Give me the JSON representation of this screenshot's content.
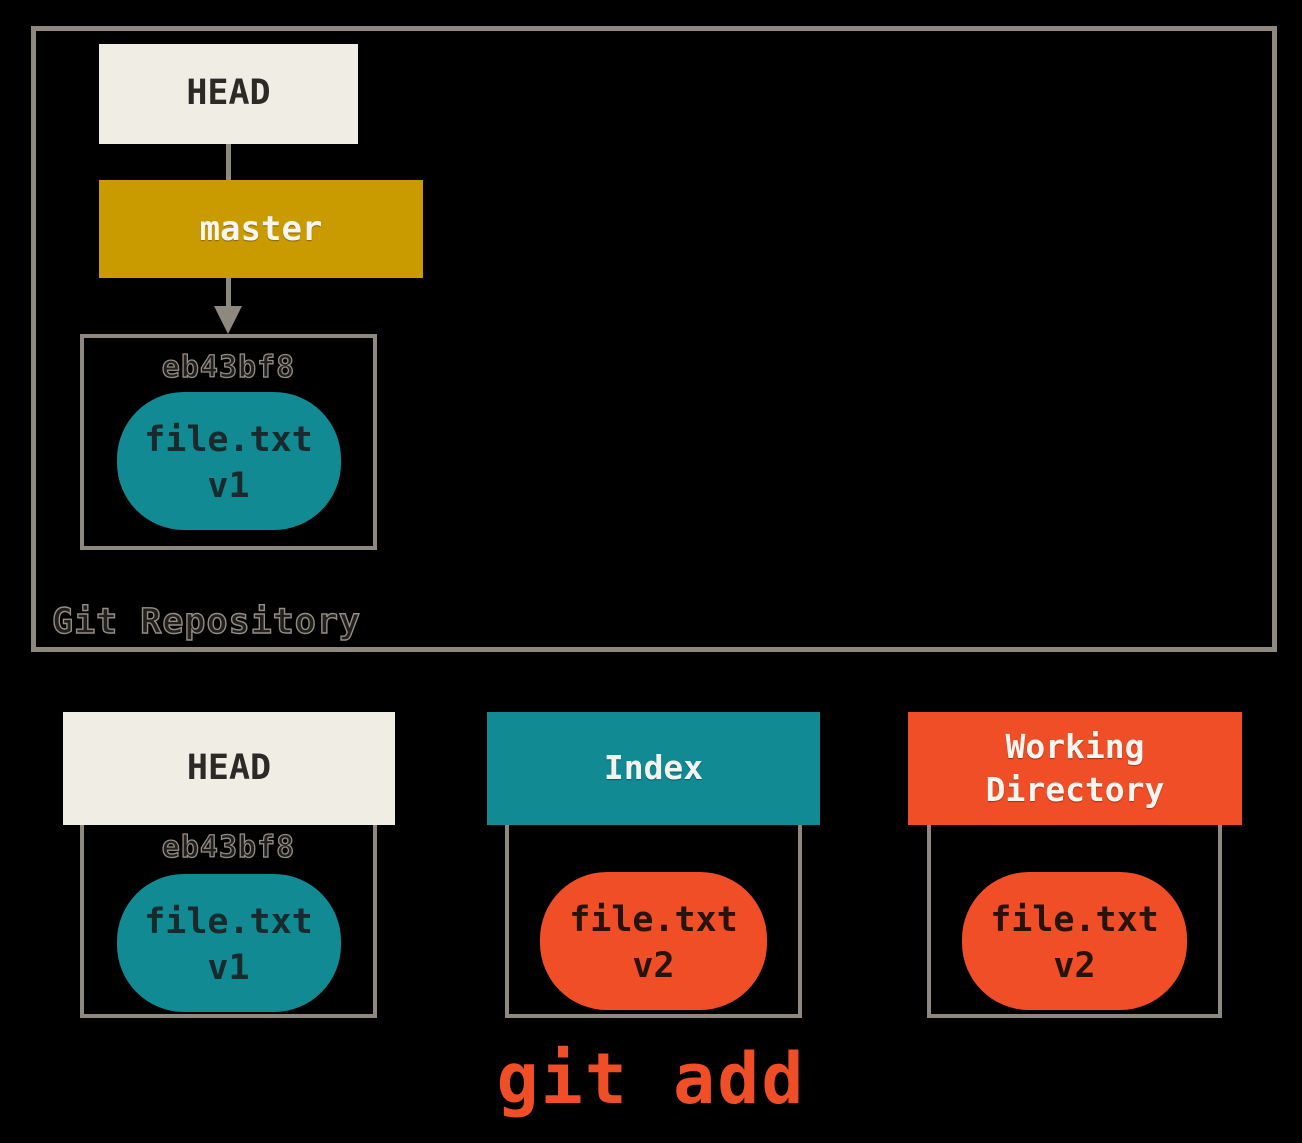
{
  "palette": {
    "background": "#000000",
    "outline_gray": "#8E887F",
    "cream": "#F0EEE4",
    "gold": "#C99B00",
    "teal": "#118A94",
    "orange": "#F04E27"
  },
  "repository": {
    "label": "Git Repository",
    "head_label": "HEAD",
    "branch_label": "master",
    "commit": {
      "id": "eb43bf8",
      "file": "file.txt",
      "version": "v1"
    }
  },
  "columns": [
    {
      "title": "HEAD",
      "commit_id": "eb43bf8",
      "file": "file.txt",
      "version": "v1"
    },
    {
      "title": "Index",
      "file": "file.txt",
      "version": "v2"
    },
    {
      "title": "Working Directory",
      "file": "file.txt",
      "version": "v2"
    }
  ],
  "caption": "git add"
}
